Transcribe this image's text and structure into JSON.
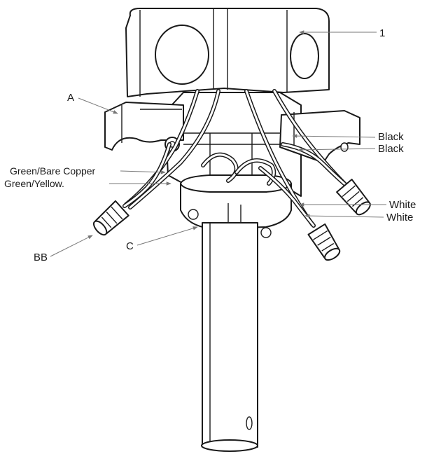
{
  "labels": {
    "part_1": "1",
    "part_a": "A",
    "part_bb": "BB",
    "part_c": "C",
    "black_1": "Black",
    "black_2": "Black",
    "green_bare_copper": "Green/Bare Copper",
    "green_yellow": "Green/Yellow.",
    "white_1": "White",
    "white_2": "White"
  },
  "colors": {
    "line": "#1a1a1a",
    "leader": "#777777",
    "background": "#ffffff"
  }
}
